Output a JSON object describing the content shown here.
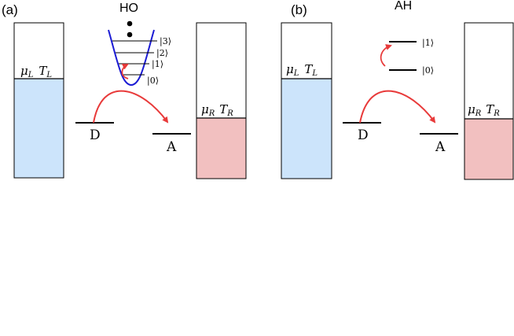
{
  "colors": {
    "lead_left_fill": "#cce4fb",
    "lead_right_fill": "#f2c0c0",
    "arrow": "#e83a3a",
    "well": "#1b1bd4",
    "line": "#000000"
  },
  "panel_a": {
    "tag": "(a)",
    "title": "HO",
    "left_lead": {
      "mu": "μ",
      "mu_sub": "L",
      "t": "T",
      "t_sub": "L"
    },
    "right_lead": {
      "mu": "μ",
      "mu_sub": "R",
      "t": "T",
      "t_sub": "R"
    },
    "donor": "D",
    "acceptor": "A",
    "levels": [
      "|3⟩",
      "|2⟩",
      "|1⟩",
      "|0⟩"
    ]
  },
  "panel_b": {
    "tag": "(b)",
    "title": "AH",
    "left_lead": {
      "mu": "μ",
      "mu_sub": "L",
      "t": "T",
      "t_sub": "L"
    },
    "right_lead": {
      "mu": "μ",
      "mu_sub": "R",
      "t": "T",
      "t_sub": "R"
    },
    "donor": "D",
    "acceptor": "A",
    "levels": [
      "|1⟩",
      "|0⟩"
    ]
  }
}
